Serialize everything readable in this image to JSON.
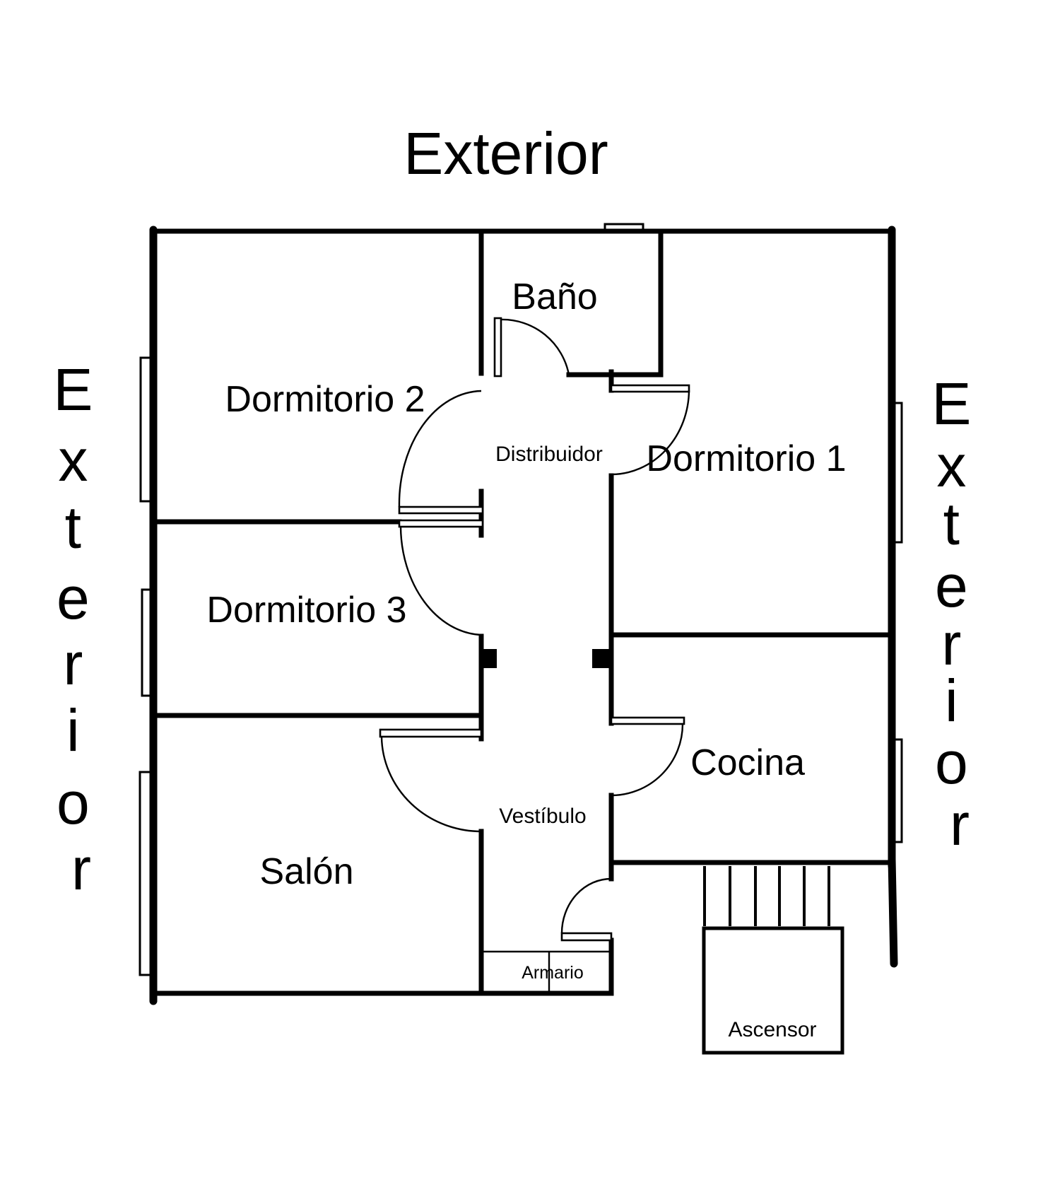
{
  "labels": {
    "exterior_top": "Exterior",
    "exterior_left": "Exterior",
    "exterior_right": "Exterior",
    "bano": "Baño",
    "dormitorio_2": "Dormitorio 2",
    "distribuidor": "Distribuidor",
    "dormitorio_1": "Dormitorio 1",
    "dormitorio_3": "Dormitorio 3",
    "cocina": "Cocina",
    "vestibulo": "Vestíbulo",
    "salon": "Salón",
    "armario": "Armario",
    "ascensor": "Ascensor"
  },
  "colors": {
    "ink": "#000000",
    "paper": "#ffffff"
  }
}
